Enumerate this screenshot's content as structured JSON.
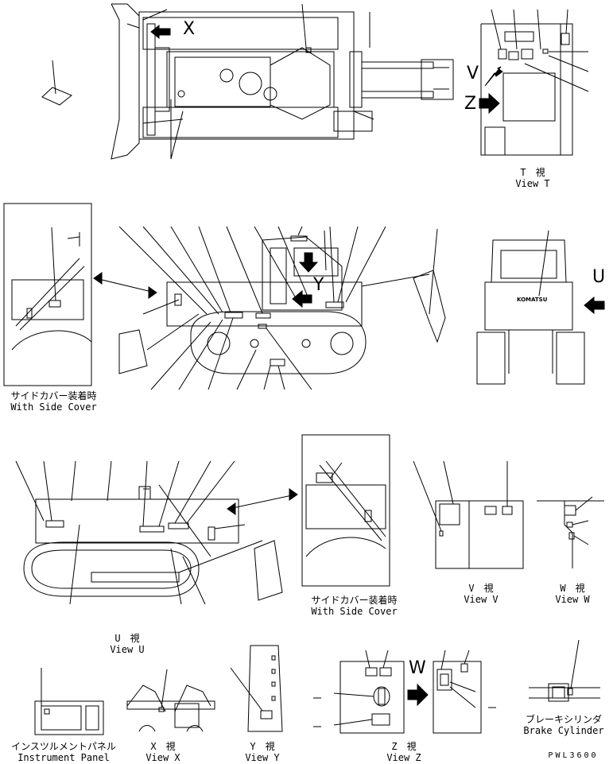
{
  "views": {
    "t": {
      "jp": "T　視",
      "en": "View T"
    },
    "u": {
      "jp": "U　視",
      "en": "View U"
    },
    "v": {
      "jp": "V　視",
      "en": "View V"
    },
    "w": {
      "jp": "W　視",
      "en": "View W"
    },
    "x": {
      "jp": "X　視",
      "en": "View X"
    },
    "y": {
      "jp": "Y　視",
      "en": "View Y"
    },
    "z": {
      "jp": "Z　視",
      "en": "View Z"
    }
  },
  "side_cover": {
    "jp": "サイドカバー装着時",
    "en": "With Side Cover"
  },
  "instrument_panel": {
    "jp": "インスツルメントパネル",
    "en": "Instrument Panel"
  },
  "brake_cylinder": {
    "jp": "ブレーキシリンダ",
    "en": "Brake Cylinder"
  },
  "view_letters": {
    "x": "X",
    "v": "V",
    "z": "Z",
    "u": "U",
    "y": "Y",
    "w": "W"
  },
  "brand": "KOMATSU",
  "drawing_code": "PWL3600"
}
